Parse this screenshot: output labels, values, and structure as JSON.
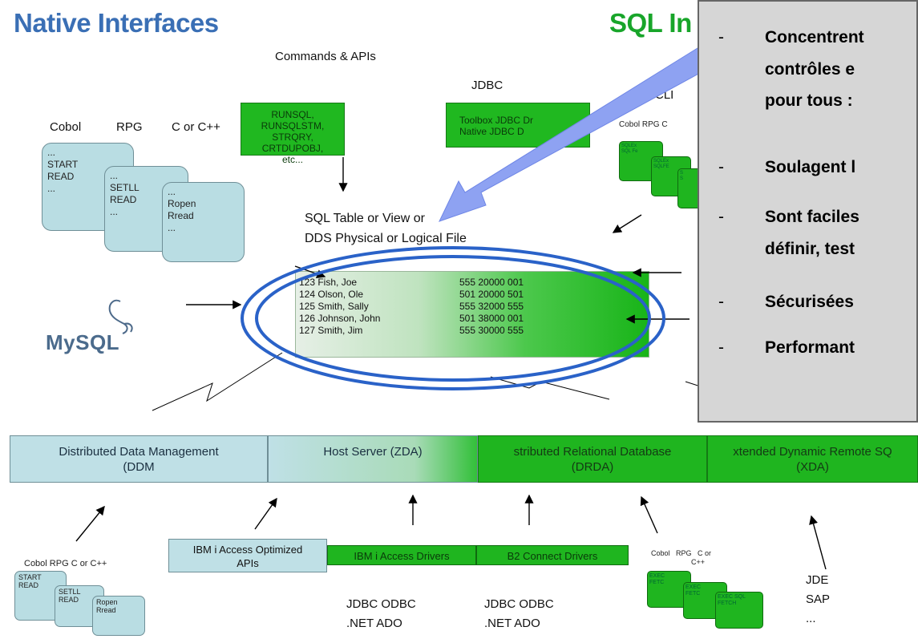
{
  "headings": {
    "native": "Native Interfaces",
    "sql": "SQL In"
  },
  "top": {
    "commands_apis": "Commands & APIs",
    "jdbc": "JDBC",
    "cli": "CLI",
    "langs": [
      "Cobol",
      "RPG",
      "C or C++"
    ],
    "cli_langs": "Cobol  RPG  C",
    "cmd_box": "RUNSQL, RUNSQLSTM,\nSTRQRY, CRTDUPOBJ,\netc...",
    "jdbc_box": "Toolbox JDBC Dr\nNative JDBC D"
  },
  "cards": [
    {
      "text": "...\nSTART\nREAD\n..."
    },
    {
      "text": "...\nSETLL\nREAD\n..."
    },
    {
      "text": "...\nRopen\nRread\n..."
    }
  ],
  "cli_cards": [
    {
      "text": "SQLEx\nSQL Fe"
    },
    {
      "text": "SQLEx\nSQLFE"
    },
    {
      "text": "S\nS"
    }
  ],
  "table": {
    "title_line1": "SQL Table or View or",
    "title_line2": "DDS Physical or Logical File",
    "rows": [
      {
        "name": "123 Fish, Joe",
        "code": "555  20000  001"
      },
      {
        "name": "124 Olson, Ole",
        "code": "501  20000  501"
      },
      {
        "name": "125 Smith, Sally",
        "code": "555  32000  555"
      },
      {
        "name": "126 Johnson, John",
        "code": "501  38000  001"
      },
      {
        "name": "127 Smith, Jim",
        "code": "555  30000  555"
      }
    ]
  },
  "mysql_logo": "MySQL",
  "servers": [
    {
      "line1": "Distributed Data Management",
      "line2": "(DDM"
    },
    {
      "line1": "Host Server (ZDA)",
      "line2": ""
    },
    {
      "line1": "stributed Relational Database",
      "line2": "(DRDA)"
    },
    {
      "line1": "xtended Dynamic Remote SQ",
      "line2": "(XDA)"
    }
  ],
  "bottom": {
    "langs": "Cobol  RPG  C or C++",
    "ibm_optimized": "IBM i Access Optimized\nAPIs",
    "ibm_drivers": "IBM i Access Drivers",
    "db2_drivers": "B2 Connect Drivers",
    "jdbc1": "JDBC ODBC\n.NET  ADO",
    "jdbc2": "JDBC ODBC\n.NET  ADO",
    "cobol_right": "Cobol   RPG   C or\n                    C++",
    "others": "JDE\nSAP\n...",
    "cards": [
      "START\nREAD",
      "SETLL\nREAD",
      "Ropen\nRread"
    ],
    "exec_cards": [
      "EXEC\nFETC",
      "EXEC\nFETC",
      "EXEC SQL\nFETCH"
    ]
  },
  "overlay": {
    "bullets": [
      {
        "dash": "-",
        "text": "Concentrent"
      },
      {
        "dash": "",
        "text": "contrôles e"
      },
      {
        "dash": "",
        "text": "pour tous :"
      },
      {
        "dash": "-",
        "text": "Soulagent l"
      },
      {
        "dash": "-",
        "text": "Sont faciles"
      },
      {
        "dash": "",
        "text": "définir, test"
      },
      {
        "dash": "-",
        "text": "Sécurisées"
      },
      {
        "dash": "-",
        "text": "Performant"
      }
    ]
  },
  "colors": {
    "heading_blue": "#3a6fb5",
    "heading_green": "#18a52a",
    "green": "#20b820",
    "lightblue": "#b9dde3",
    "ellipse": "#2a62c8",
    "arrow": "#8ea2f2"
  }
}
